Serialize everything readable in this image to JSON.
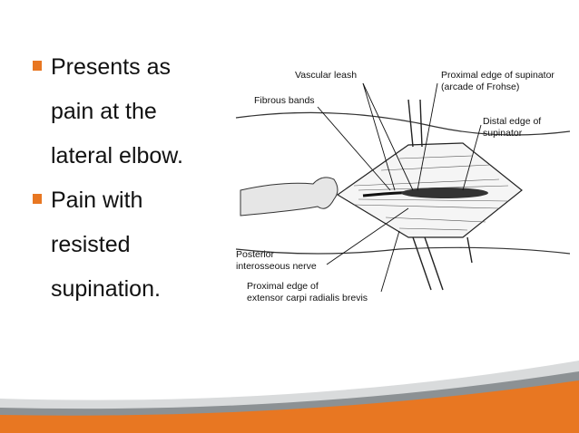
{
  "slide": {
    "bullets": [
      {
        "lines": [
          "Presents as",
          "pain at the",
          "lateral elbow."
        ]
      },
      {
        "lines": [
          "Pain with",
          "resisted",
          "supination."
        ]
      }
    ]
  },
  "figure": {
    "labels": {
      "vascular_leash": "Vascular leash",
      "fibrous_bands": "Fibrous bands",
      "proximal_supinator_1": "Proximal edge of supinator",
      "proximal_supinator_2": "(arcade of Frohse)",
      "distal_supinator_1": "Distal edge of",
      "distal_supinator_2": "supinator",
      "posterior_nerve_1": "Posterior",
      "posterior_nerve_2": "interosseous nerve",
      "ecrb_1": "Proximal edge of",
      "ecrb_2": "extensor carpi radialis brevis"
    }
  },
  "theme": {
    "accent": "#E87722",
    "footer_orange": "#E87722",
    "footer_gray": "#8C9194"
  }
}
